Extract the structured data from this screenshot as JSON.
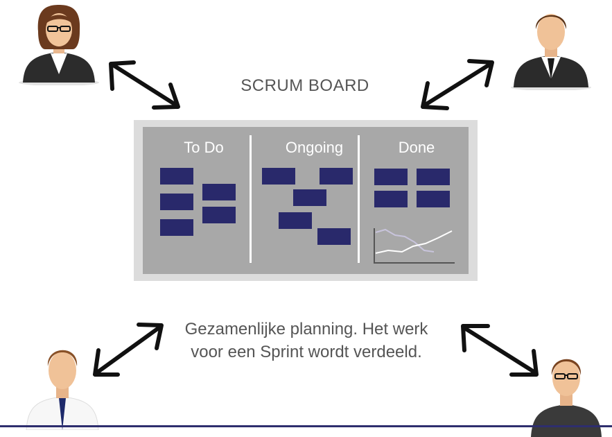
{
  "title": "SCRUM BOARD",
  "columns": [
    {
      "label": "To Do"
    },
    {
      "label": "Ongoing"
    },
    {
      "label": "Done"
    }
  ],
  "caption": "Gezamenlijke planning. Het werk voor een Sprint wordt verdeeld.",
  "people": [
    {
      "name": "woman-avatar-icon"
    },
    {
      "name": "man-suit-avatar-icon"
    },
    {
      "name": "man-tie-avatar-icon"
    },
    {
      "name": "man-glasses-avatar-icon"
    }
  ],
  "colors": {
    "card": "#29296b",
    "board": "#a8a8a8",
    "frame": "#dcdcdc",
    "bottom_line": "#2e2e6e"
  }
}
